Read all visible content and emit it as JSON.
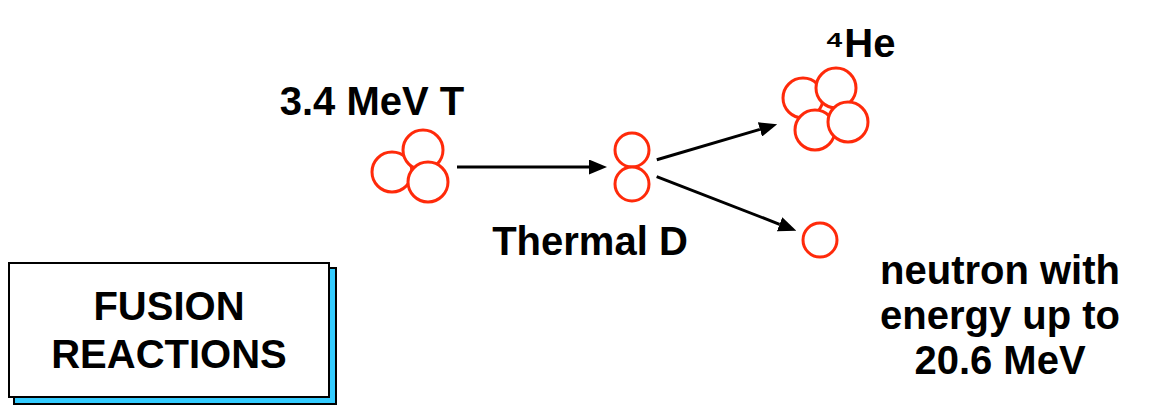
{
  "diagram": {
    "nodes": [
      {
        "text": [
          "3.4 MeV T"
        ]
      },
      {
        "text": [
          "Thermal D"
        ]
      },
      {
        "text": [
          "⁴He"
        ]
      },
      {
        "text": [
          "neutron with energy up to 20.6 MeV"
        ]
      },
      {
        "text": [
          "FUSION REACTIONS"
        ]
      }
    ],
    "edges": [
      {
        "from": 0,
        "to": 1,
        "arrow": "to"
      },
      {
        "from": 1,
        "to": 2,
        "arrow": "to"
      },
      {
        "from": 1,
        "to": 3,
        "arrow": "to"
      }
    ]
  }
}
